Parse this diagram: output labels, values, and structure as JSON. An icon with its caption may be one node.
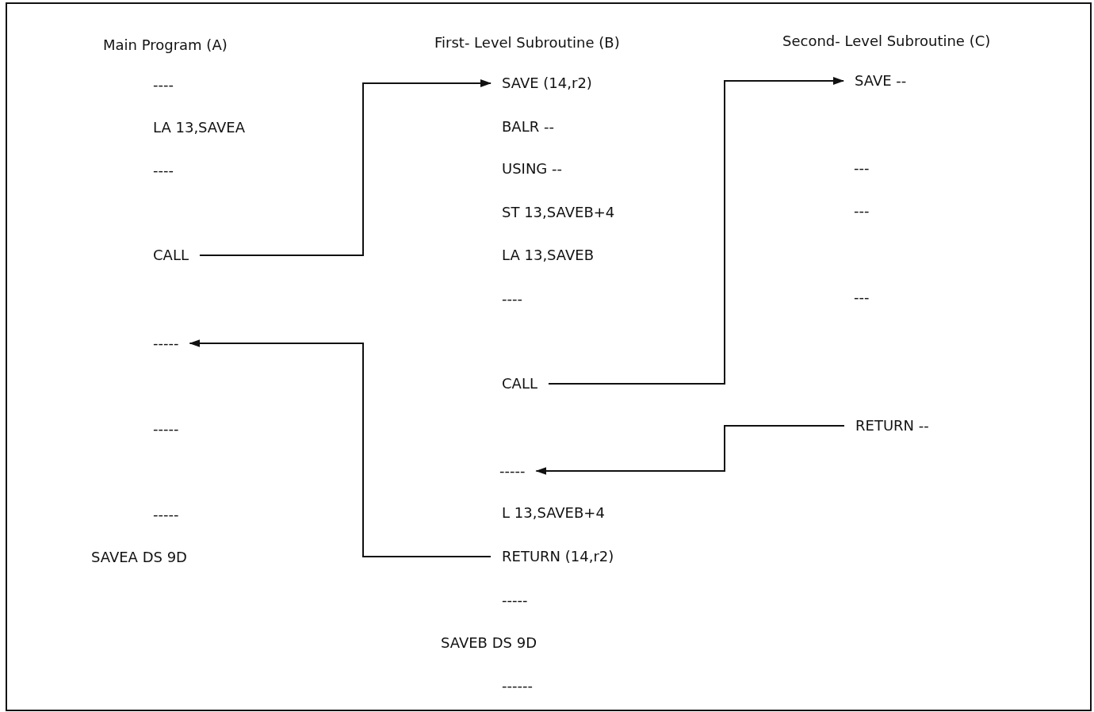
{
  "diagram": {
    "nodes": [
      {
        "text": [
          "CALL"
        ]
      },
      {
        "text": [
          "-----"
        ]
      },
      {
        "text": [
          "SAVE (14,r2)"
        ]
      },
      {
        "text": [
          "CALL"
        ]
      },
      {
        "text": [
          "-----"
        ]
      },
      {
        "text": [
          "RETURN (14,r2)"
        ]
      },
      {
        "text": [
          "SAVE --"
        ]
      },
      {
        "text": [
          "RETURN --"
        ]
      }
    ],
    "edges": [
      {
        "from": 0,
        "to": 2,
        "arrow": "to"
      },
      {
        "from": 5,
        "to": 1,
        "arrow": "to"
      },
      {
        "from": 3,
        "to": 6,
        "arrow": "to"
      },
      {
        "from": 7,
        "to": 4,
        "arrow": "to"
      }
    ],
    "labels": [
      "Main Program (A)",
      "First- Level Subroutine (B)",
      "Second- Level Subroutine (C)",
      "----",
      "LA 13,SAVEA",
      "BALR --",
      "----",
      "USING --",
      "---",
      "ST 13,SAVEB+4",
      "---",
      "LA 13,SAVEB",
      "----",
      "---",
      "-----",
      "-----",
      "L 13,SAVEB+4",
      "SAVEA DS 9D",
      "-----",
      "SAVEB DS 9D",
      "------"
    ]
  }
}
